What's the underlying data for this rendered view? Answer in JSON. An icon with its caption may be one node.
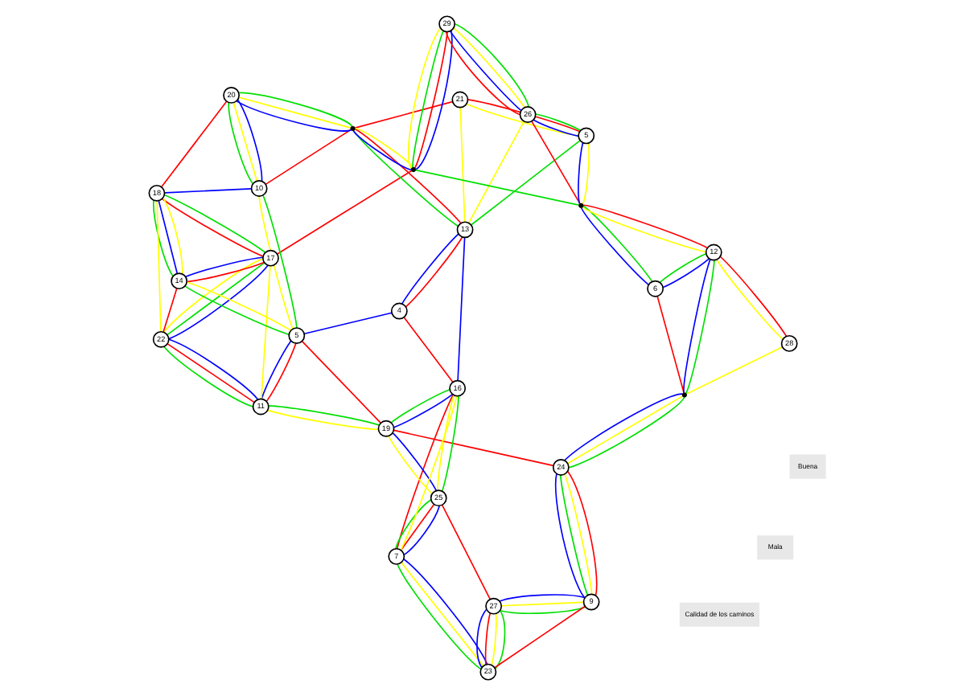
{
  "diagram": {
    "nodes": [
      {
        "text": [
          "22"
        ]
      },
      {
        "text": [
          "11"
        ]
      },
      {
        "text": [
          "17"
        ]
      },
      {
        "text": [
          "7"
        ]
      },
      {
        "text": [
          "14"
        ]
      },
      {
        "text": [
          "25"
        ]
      },
      {
        "text": [
          "18"
        ]
      },
      {
        "text": [
          "5"
        ]
      },
      {
        "text": [
          "19"
        ]
      },
      {
        "text": [
          "4"
        ]
      },
      {
        "text": [
          "16"
        ]
      },
      {
        "text": [
          "23"
        ]
      },
      {
        "text": [
          "10"
        ]
      },
      {
        "text": [
          "13"
        ]
      },
      {
        "text": [
          "20"
        ]
      },
      {
        "text": [
          "27"
        ]
      },
      {
        "text": [
          "24"
        ]
      },
      {
        "text": [
          "9"
        ]
      },
      {
        "text": [],
        "shape": "circle"
      },
      {
        "text": [],
        "shape": "circle"
      },
      {
        "text": [
          "21"
        ]
      },
      {
        "text": [
          "28"
        ]
      },
      {
        "text": [
          "29"
        ]
      },
      {
        "text": [
          "5"
        ]
      },
      {
        "text": [
          "6"
        ]
      },
      {
        "text": [],
        "shape": "circle"
      },
      {
        "text": [
          "26"
        ]
      },
      {
        "text": [],
        "shape": "circle"
      },
      {
        "text": [
          "12"
        ]
      }
    ],
    "edges": [
      {
        "from": 2,
        "to": 0,
        "arrow": "none",
        "color": "#0000ff"
      },
      {
        "from": 0,
        "to": 1,
        "arrow": "none",
        "color": "#0000ff"
      },
      {
        "from": 1,
        "to": 7,
        "arrow": "none",
        "color": "#0000ff"
      },
      {
        "from": 7,
        "to": 9,
        "arrow": "none",
        "color": "#0000ff"
      },
      {
        "from": 9,
        "to": 13,
        "arrow": "none",
        "color": "#0000ff"
      },
      {
        "from": 13,
        "to": 10,
        "arrow": "none",
        "color": "#0000ff"
      },
      {
        "from": 10,
        "to": 8,
        "arrow": "none",
        "color": "#0000ff"
      },
      {
        "from": 8,
        "to": 5,
        "arrow": "none",
        "color": "#0000ff"
      },
      {
        "from": 5,
        "to": 3,
        "arrow": "none",
        "color": "#0000ff"
      },
      {
        "from": 3,
        "to": 11,
        "arrow": "none",
        "color": "#0000ff"
      },
      {
        "from": 11,
        "to": 15,
        "arrow": "none",
        "color": "#0000ff"
      },
      {
        "from": 15,
        "to": 17,
        "arrow": "none",
        "color": "#0000ff"
      },
      {
        "from": 17,
        "to": 16,
        "arrow": "none",
        "color": "#0000ff"
      },
      {
        "from": 16,
        "to": 19,
        "arrow": "none",
        "color": "#0000ff"
      },
      {
        "from": 19,
        "to": 28,
        "arrow": "none",
        "color": "#0000ff"
      },
      {
        "from": 28,
        "to": 24,
        "arrow": "none",
        "color": "#0000ff"
      },
      {
        "from": 24,
        "to": 27,
        "arrow": "none",
        "color": "#0000ff"
      },
      {
        "from": 27,
        "to": 23,
        "arrow": "none",
        "color": "#0000ff"
      },
      {
        "from": 23,
        "to": 26,
        "arrow": "none",
        "color": "#0000ff"
      },
      {
        "from": 26,
        "to": 22,
        "arrow": "none",
        "color": "#0000ff"
      },
      {
        "from": 22,
        "to": 25,
        "arrow": "none",
        "color": "#0000ff"
      },
      {
        "from": 25,
        "to": 18,
        "arrow": "none",
        "color": "#0000ff"
      },
      {
        "from": 18,
        "to": 14,
        "arrow": "none",
        "color": "#0000ff"
      },
      {
        "from": 14,
        "to": 12,
        "arrow": "none",
        "color": "#0000ff"
      },
      {
        "from": 12,
        "to": 6,
        "arrow": "none",
        "color": "#0000ff"
      },
      {
        "from": 6,
        "to": 4,
        "arrow": "none",
        "color": "#0000ff"
      },
      {
        "from": 4,
        "to": 2,
        "arrow": "none",
        "color": "#0000ff"
      },
      {
        "from": 2,
        "to": 0,
        "arrow": "none",
        "color": "#00e000"
      },
      {
        "from": 0,
        "to": 1,
        "arrow": "none",
        "color": "#00e000"
      },
      {
        "from": 1,
        "to": 8,
        "arrow": "none",
        "color": "#00e000"
      },
      {
        "from": 8,
        "to": 10,
        "arrow": "none",
        "color": "#00e000"
      },
      {
        "from": 10,
        "to": 5,
        "arrow": "none",
        "color": "#00e000"
      },
      {
        "from": 5,
        "to": 3,
        "arrow": "none",
        "color": "#00e000"
      },
      {
        "from": 3,
        "to": 11,
        "arrow": "none",
        "color": "#00e000"
      },
      {
        "from": 11,
        "to": 15,
        "arrow": "none",
        "color": "#00e000"
      },
      {
        "from": 15,
        "to": 17,
        "arrow": "none",
        "color": "#00e000"
      },
      {
        "from": 17,
        "to": 16,
        "arrow": "none",
        "color": "#00e000"
      },
      {
        "from": 16,
        "to": 19,
        "arrow": "none",
        "color": "#00e000"
      },
      {
        "from": 19,
        "to": 28,
        "arrow": "none",
        "color": "#00e000"
      },
      {
        "from": 28,
        "to": 24,
        "arrow": "none",
        "color": "#00e000"
      },
      {
        "from": 24,
        "to": 27,
        "arrow": "none",
        "color": "#00e000"
      },
      {
        "from": 27,
        "to": 25,
        "arrow": "none",
        "color": "#00e000"
      },
      {
        "from": 25,
        "to": 22,
        "arrow": "none",
        "color": "#00e000"
      },
      {
        "from": 22,
        "to": 26,
        "arrow": "none",
        "color": "#00e000"
      },
      {
        "from": 26,
        "to": 23,
        "arrow": "none",
        "color": "#00e000"
      },
      {
        "from": 23,
        "to": 13,
        "arrow": "none",
        "color": "#00e000"
      },
      {
        "from": 13,
        "to": 18,
        "arrow": "none",
        "color": "#00e000"
      },
      {
        "from": 18,
        "to": 14,
        "arrow": "none",
        "color": "#00e000"
      },
      {
        "from": 14,
        "to": 12,
        "arrow": "none",
        "color": "#00e000"
      },
      {
        "from": 12,
        "to": 7,
        "arrow": "none",
        "color": "#00e000"
      },
      {
        "from": 7,
        "to": 4,
        "arrow": "none",
        "color": "#00e000"
      },
      {
        "from": 4,
        "to": 6,
        "arrow": "none",
        "color": "#00e000"
      },
      {
        "from": 6,
        "to": 2,
        "arrow": "none",
        "color": "#00e000"
      },
      {
        "from": 2,
        "to": 1,
        "arrow": "none",
        "color": "#ffff00"
      },
      {
        "from": 1,
        "to": 8,
        "arrow": "none",
        "color": "#ffff00"
      },
      {
        "from": 8,
        "to": 5,
        "arrow": "none",
        "color": "#ffff00"
      },
      {
        "from": 5,
        "to": 10,
        "arrow": "none",
        "color": "#ffff00"
      },
      {
        "from": 10,
        "to": 3,
        "arrow": "none",
        "color": "#ffff00"
      },
      {
        "from": 3,
        "to": 11,
        "arrow": "none",
        "color": "#ffff00"
      },
      {
        "from": 11,
        "to": 15,
        "arrow": "none",
        "color": "#ffff00"
      },
      {
        "from": 15,
        "to": 17,
        "arrow": "none",
        "color": "#ffff00"
      },
      {
        "from": 17,
        "to": 16,
        "arrow": "none",
        "color": "#ffff00"
      },
      {
        "from": 16,
        "to": 19,
        "arrow": "none",
        "color": "#ffff00"
      },
      {
        "from": 19,
        "to": 21,
        "arrow": "none",
        "color": "#ffff00"
      },
      {
        "from": 21,
        "to": 28,
        "arrow": "none",
        "color": "#ffff00"
      },
      {
        "from": 28,
        "to": 27,
        "arrow": "none",
        "color": "#ffff00"
      },
      {
        "from": 27,
        "to": 23,
        "arrow": "none",
        "color": "#ffff00"
      },
      {
        "from": 23,
        "to": 20,
        "arrow": "none",
        "color": "#ffff00"
      },
      {
        "from": 20,
        "to": 13,
        "arrow": "none",
        "color": "#ffff00"
      },
      {
        "from": 13,
        "to": 26,
        "arrow": "none",
        "color": "#ffff00"
      },
      {
        "from": 26,
        "to": 22,
        "arrow": "none",
        "color": "#ffff00"
      },
      {
        "from": 22,
        "to": 25,
        "arrow": "none",
        "color": "#ffff00"
      },
      {
        "from": 25,
        "to": 18,
        "arrow": "none",
        "color": "#ffff00"
      },
      {
        "from": 18,
        "to": 14,
        "arrow": "none",
        "color": "#ffff00"
      },
      {
        "from": 14,
        "to": 12,
        "arrow": "none",
        "color": "#ffff00"
      },
      {
        "from": 12,
        "to": 7,
        "arrow": "none",
        "color": "#ffff00"
      },
      {
        "from": 7,
        "to": 4,
        "arrow": "none",
        "color": "#ffff00"
      },
      {
        "from": 4,
        "to": 6,
        "arrow": "none",
        "color": "#ffff00"
      },
      {
        "from": 6,
        "to": 0,
        "arrow": "none",
        "color": "#ffff00"
      },
      {
        "from": 0,
        "to": 2,
        "arrow": "none",
        "color": "#ffff00"
      },
      {
        "from": 2,
        "to": 4,
        "arrow": "none",
        "color": "#ff0000"
      },
      {
        "from": 4,
        "to": 0,
        "arrow": "none",
        "color": "#ff0000"
      },
      {
        "from": 0,
        "to": 1,
        "arrow": "none",
        "color": "#ff0000"
      },
      {
        "from": 1,
        "to": 7,
        "arrow": "none",
        "color": "#ff0000"
      },
      {
        "from": 7,
        "to": 8,
        "arrow": "none",
        "color": "#ff0000"
      },
      {
        "from": 8,
        "to": 16,
        "arrow": "none",
        "color": "#ff0000"
      },
      {
        "from": 16,
        "to": 17,
        "arrow": "none",
        "color": "#ff0000"
      },
      {
        "from": 17,
        "to": 11,
        "arrow": "none",
        "color": "#ff0000"
      },
      {
        "from": 11,
        "to": 15,
        "arrow": "none",
        "color": "#ff0000"
      },
      {
        "from": 15,
        "to": 5,
        "arrow": "none",
        "color": "#ff0000"
      },
      {
        "from": 5,
        "to": 3,
        "arrow": "none",
        "color": "#ff0000"
      },
      {
        "from": 3,
        "to": 10,
        "arrow": "none",
        "color": "#ff0000"
      },
      {
        "from": 10,
        "to": 9,
        "arrow": "none",
        "color": "#ff0000"
      },
      {
        "from": 9,
        "to": 13,
        "arrow": "none",
        "color": "#ff0000"
      },
      {
        "from": 13,
        "to": 18,
        "arrow": "none",
        "color": "#ff0000"
      },
      {
        "from": 18,
        "to": 20,
        "arrow": "none",
        "color": "#ff0000"
      },
      {
        "from": 20,
        "to": 23,
        "arrow": "none",
        "color": "#ff0000"
      },
      {
        "from": 27,
        "to": 28,
        "arrow": "none",
        "color": "#ff0000"
      },
      {
        "from": 28,
        "to": 21,
        "arrow": "none",
        "color": "#ff0000"
      },
      {
        "from": 19,
        "to": 24,
        "arrow": "none",
        "color": "#ff0000"
      },
      {
        "from": 26,
        "to": 27,
        "arrow": "none",
        "color": "#ff0000"
      },
      {
        "from": 22,
        "to": 26,
        "arrow": "none",
        "color": "#ff0000"
      },
      {
        "from": 25,
        "to": 22,
        "arrow": "none",
        "color": "#ff0000"
      },
      {
        "from": 2,
        "to": 25,
        "arrow": "none",
        "color": "#ff0000"
      },
      {
        "from": 2,
        "to": 6,
        "arrow": "none",
        "color": "#ff0000"
      },
      {
        "from": 6,
        "to": 14,
        "arrow": "none",
        "color": "#ff0000"
      },
      {
        "from": 12,
        "to": 18,
        "arrow": "none",
        "color": "#ff0000"
      }
    ],
    "labels": [
      "Calidad de los caminos",
      "Mala",
      "Buena"
    ]
  }
}
